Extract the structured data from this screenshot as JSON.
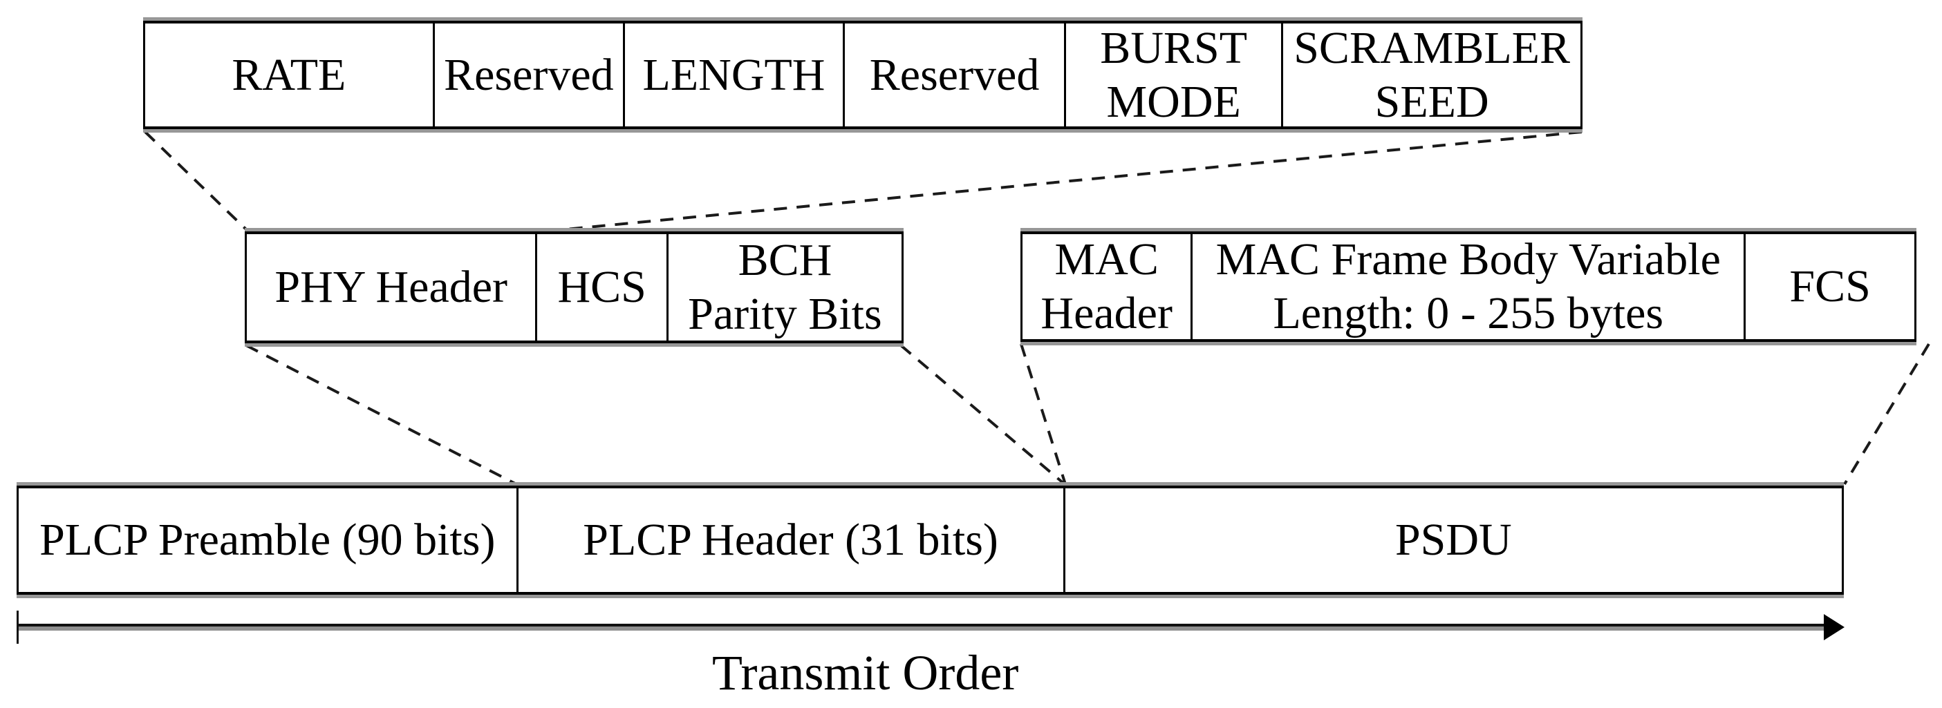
{
  "diagram": {
    "description": "PLCP frame format diagram",
    "colors": {
      "line": "#000000",
      "text": "#000000",
      "shadow_gray": "#979797",
      "arrow_gray": "#909090",
      "background": "#ffffff"
    }
  },
  "top_row": {
    "cells": [
      {
        "line1": "RATE"
      },
      {
        "line1": "Reserved"
      },
      {
        "line1": "LENGTH"
      },
      {
        "line1": "Reserved"
      },
      {
        "line1": "BURST",
        "line2": "MODE"
      },
      {
        "line1": "SCRAMBLER",
        "line2": "SEED"
      }
    ]
  },
  "phy_row": {
    "cells": [
      {
        "line1": "PHY Header"
      },
      {
        "line1": "HCS"
      },
      {
        "line1": "BCH",
        "line2": "Parity Bits"
      }
    ]
  },
  "mac_row": {
    "cells": [
      {
        "line1": "MAC",
        "line2": "Header"
      },
      {
        "line1": "MAC Frame Body Variable",
        "line2": "Length: 0 - 255 bytes"
      },
      {
        "line1": "FCS"
      }
    ]
  },
  "plcp_row": {
    "cells": [
      {
        "line1": "PLCP Preamble (90 bits)"
      },
      {
        "line1": "PLCP Header (31 bits)"
      },
      {
        "line1": "PSDU"
      }
    ]
  },
  "arrow": {
    "label": "Transmit Order"
  }
}
